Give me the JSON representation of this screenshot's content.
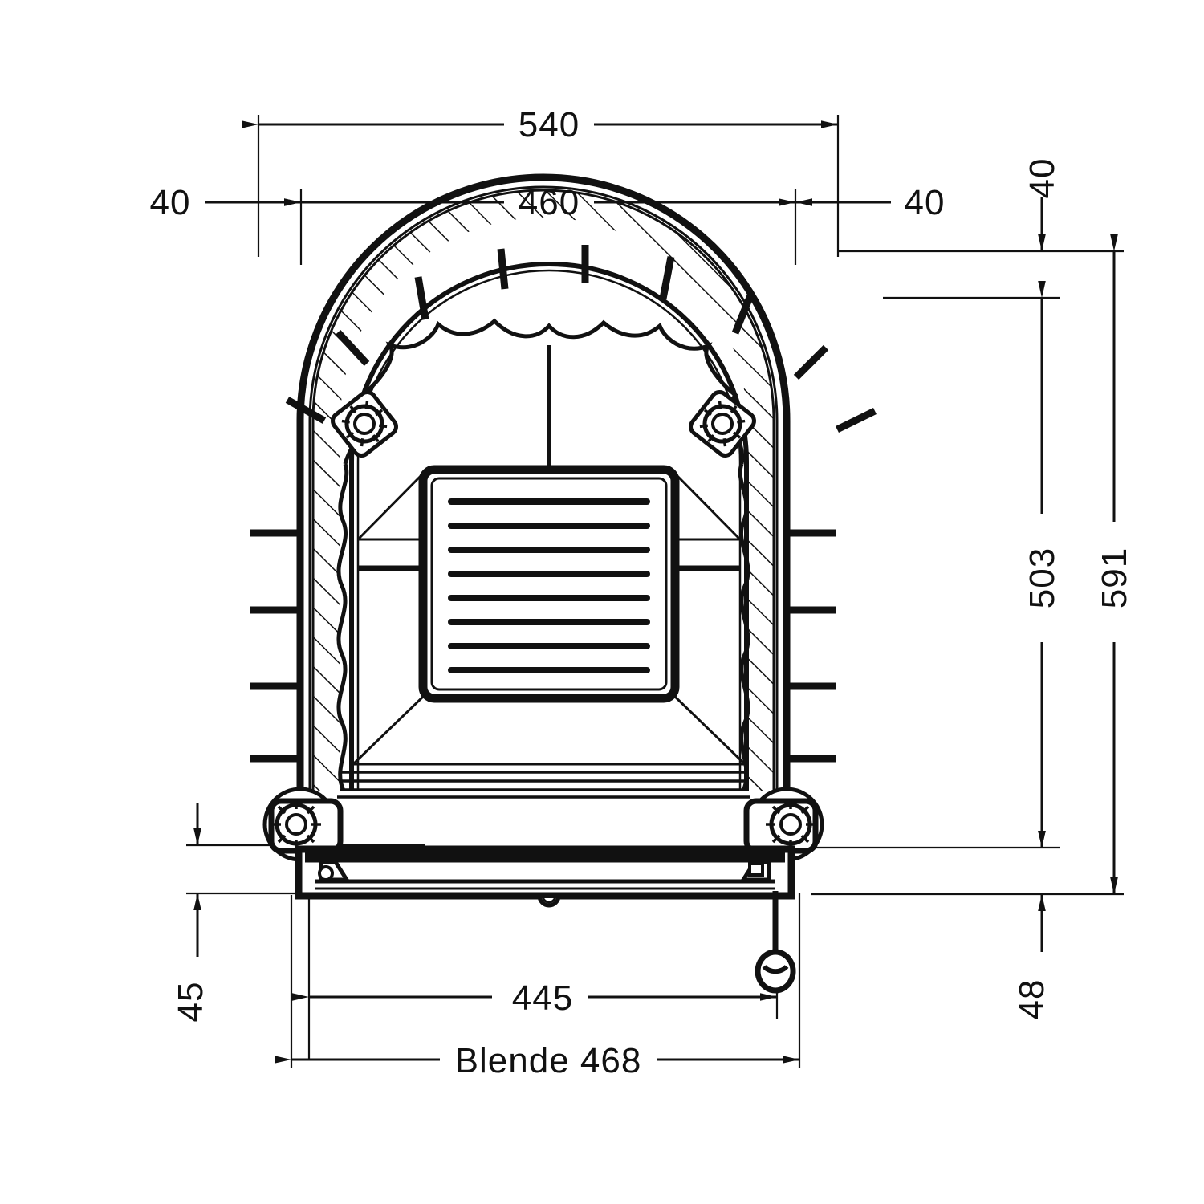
{
  "drawing": {
    "title": "Technical cross-section drawing of arched fireplace insert / stove door",
    "type": "engineering-dimensioned-section",
    "units": "mm",
    "line_color": "#111111",
    "background_color": "#ffffff"
  },
  "dimensions": {
    "top_overall_width": "540",
    "top_inner_width": "460",
    "left_offset": "40",
    "right_offset": "40",
    "top_vertical_offset": "40",
    "right_inner_height": "503",
    "right_overall_height": "591",
    "right_bottom_offset": "48",
    "left_bottom_offset": "45",
    "bottom_inner_width": "445",
    "bottom_panel_label": "Blende  468"
  },
  "labels": {
    "blende_word": "Blende",
    "blende_value": "468"
  }
}
